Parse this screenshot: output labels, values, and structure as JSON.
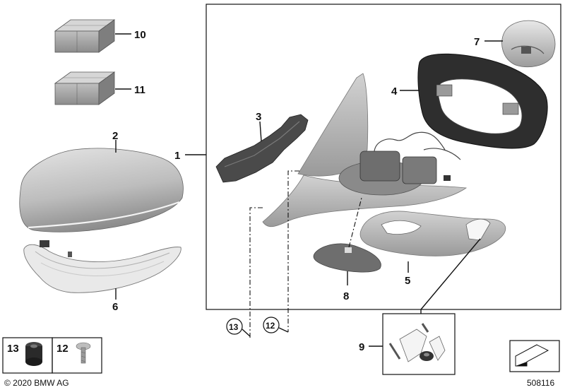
{
  "diagram": {
    "callouts": {
      "c1": "1",
      "c2": "2",
      "c3": "3",
      "c4": "4",
      "c5": "5",
      "c6": "6",
      "c7": "7",
      "c8": "8",
      "c9": "9",
      "c10": "10",
      "c11": "11",
      "c12": "12",
      "c13": "13"
    },
    "legend": {
      "l13": "13",
      "l12": "12"
    },
    "copyright": "© 2020 BMW AG",
    "diagram_number": "508116"
  }
}
